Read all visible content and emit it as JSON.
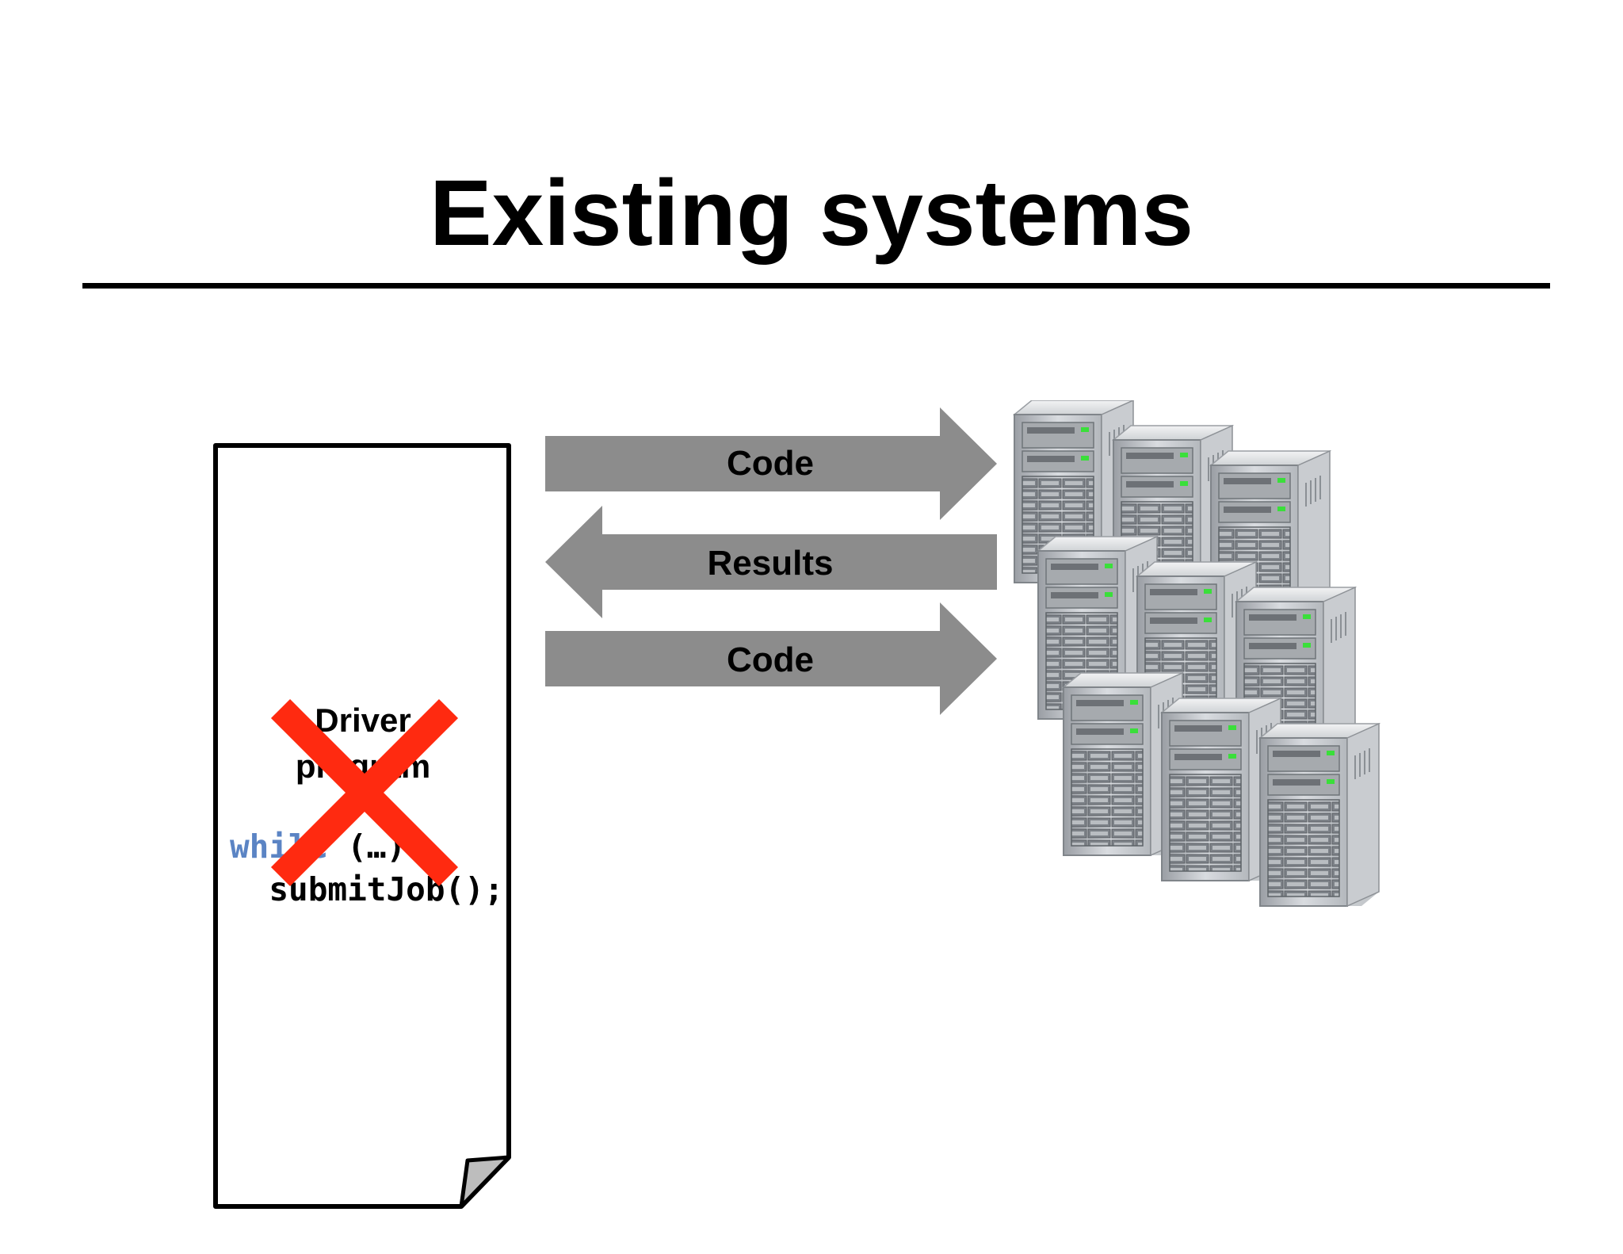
{
  "slide": {
    "title": "Existing systems"
  },
  "driver": {
    "label_line1": "Driver",
    "label_line2": "program",
    "code_keyword": "while",
    "code_line1_rest": " (…)",
    "code_line2": "  submitJob();"
  },
  "arrows": [
    {
      "label": "Code",
      "direction": "right"
    },
    {
      "label": "Results",
      "direction": "left"
    },
    {
      "label": "Code",
      "direction": "right"
    }
  ],
  "colors": {
    "arrow_fill": "#8c8c8c",
    "cross": "#ff2a10",
    "code_keyword": "#5b84c4",
    "server_led": "#3adf3a"
  },
  "icons": {
    "crossed_out": "red-x-icon",
    "cluster": "server-cluster-icon"
  }
}
